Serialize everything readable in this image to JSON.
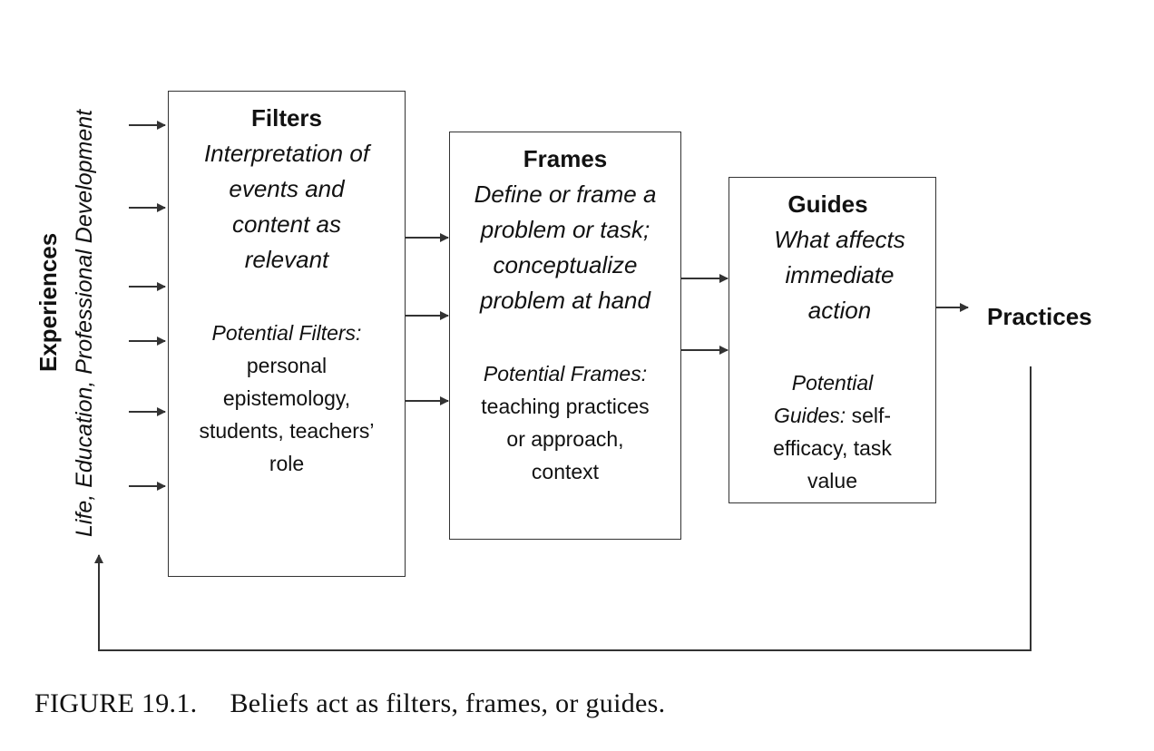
{
  "experiences": {
    "title": "Experiences",
    "subtitle": "Life, Education, Professional Development"
  },
  "filters": {
    "title": "Filters",
    "description_lines": [
      "Interpretation of",
      "events and",
      "content as",
      "relevant"
    ],
    "potential_label": "Potential Filters:",
    "potential_lines": [
      "personal",
      "epistemology,",
      "students, teachers’",
      "role"
    ]
  },
  "frames": {
    "title": "Frames",
    "description_lines": [
      "Define or frame a",
      "problem or task;",
      "conceptualize",
      "problem at hand"
    ],
    "potential_label": "Potential Frames:",
    "potential_lines": [
      "teaching practices",
      "or approach,",
      "context"
    ]
  },
  "guides": {
    "title": "Guides",
    "description_lines": [
      "What affects",
      "immediate",
      "action"
    ],
    "potential_line1": "Potential",
    "potential_label2": "Guides:",
    "potential_rest2": " self-",
    "potential_lines": [
      "efficacy, task",
      "value"
    ]
  },
  "practices": {
    "label": "Practices"
  },
  "caption": {
    "figure_number": "FIGURE 19.1.",
    "text": "Beliefs act as filters, frames, or guides."
  },
  "colors": {
    "line": "#333333",
    "text": "#111111",
    "background": "#ffffff"
  }
}
